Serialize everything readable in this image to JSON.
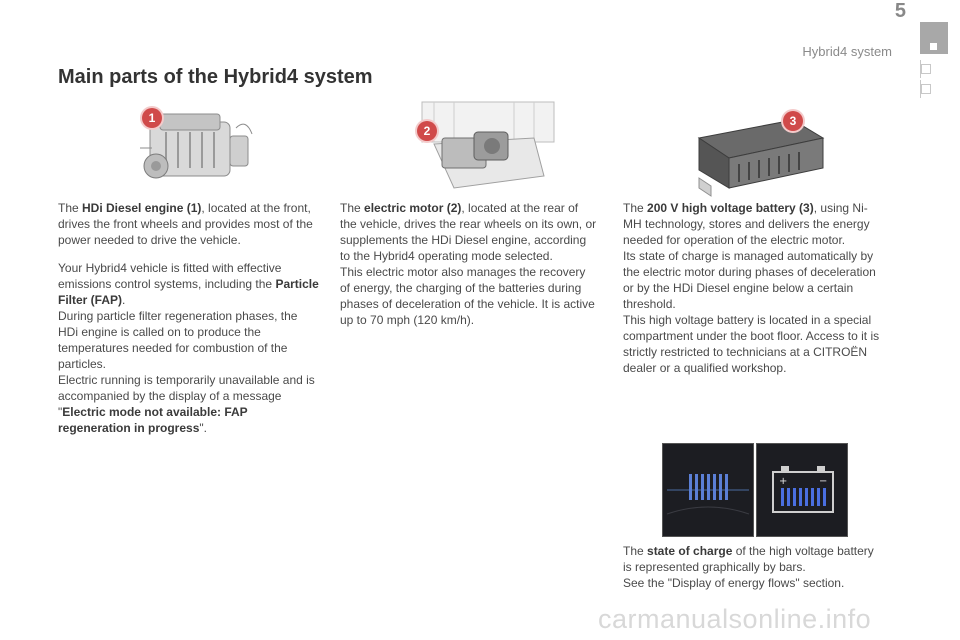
{
  "header": {
    "page_number": "5",
    "section_title": "Hybrid4 system"
  },
  "title": "Main parts of the Hybrid4 system",
  "badges": {
    "engine": "1",
    "motor": "2",
    "battery": "3"
  },
  "col1": {
    "p1_pre": "The ",
    "p1_bold": "HDi Diesel engine (1)",
    "p1_post": ", located at the front, drives the front wheels and provides most of the power needed to drive the vehicle.",
    "p2_pre": "Your Hybrid4 vehicle is fitted with effective emissions control systems, including the ",
    "p2_bold": "Particle Filter (FAP)",
    "p2_post": ".",
    "p2_line2": "During particle filter regeneration phases, the HDi engine is called on to produce the temperatures needed for combustion of the particles.",
    "p2_line3_pre": "Electric running is temporarily unavailable and is accompanied by the display of a message \"",
    "p2_line3_bold": "Electric mode not available: FAP regeneration in progress",
    "p2_line3_post": "\"."
  },
  "col2": {
    "p1_pre": "The ",
    "p1_bold": "electric motor (2)",
    "p1_post": ", located at the rear of the vehicle, drives the rear wheels on its own, or supplements the HDi Diesel engine, according to the Hybrid4 operating mode selected.",
    "p1_line2": "This electric motor also manages the recovery of energy, the charging of the batteries during phases of deceleration of the vehicle. It is active up to 70 mph (120 km/h)."
  },
  "col3": {
    "p1_pre": "The ",
    "p1_bold": "200 V high voltage battery (3)",
    "p1_post": ", using Ni-MH technology, stores and delivers the energy needed for operation of the electric motor.",
    "p1_line2": "Its state of charge is managed automatically by the electric motor during phases of deceleration or by the HDi Diesel engine below a certain threshold.",
    "p1_line3": "This high voltage battery is located in a special compartment under the boot floor. Access to it is strictly restricted to technicians at a CITROËN dealer or a qualified workshop.",
    "p2_pre": "The ",
    "p2_bold": "state of charge",
    "p2_post": " of the high voltage battery is represented graphically by bars.",
    "p2_line2": "See the \"Display of energy flows\" section."
  },
  "battery_panel": {
    "plus": "+",
    "minus": "−",
    "bars": 8
  },
  "gauge_panel": {
    "bars": 7
  },
  "watermark": "carmanualsonline.info"
}
